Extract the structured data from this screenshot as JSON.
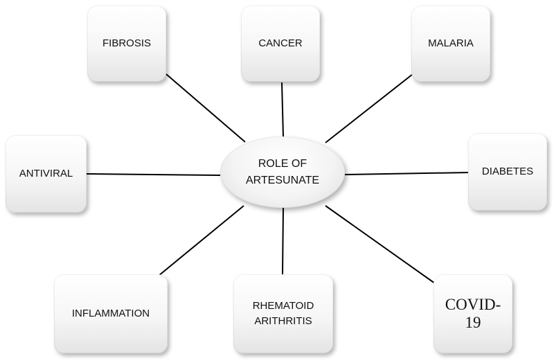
{
  "center": {
    "label": "ROLE OF\nARTESUNATE"
  },
  "nodes": {
    "fibrosis": "FIBROSIS",
    "cancer": "CANCER",
    "malaria": "MALARIA",
    "antiviral": "ANTIVIRAL",
    "diabetes": "DIABETES",
    "inflammation": "INFLAMMATION",
    "rheumatoid": "RHEMATOID\nARITHRITIS",
    "covid": "COVID-\n19"
  },
  "colors": {
    "line": "#000000",
    "text": "#111111"
  }
}
